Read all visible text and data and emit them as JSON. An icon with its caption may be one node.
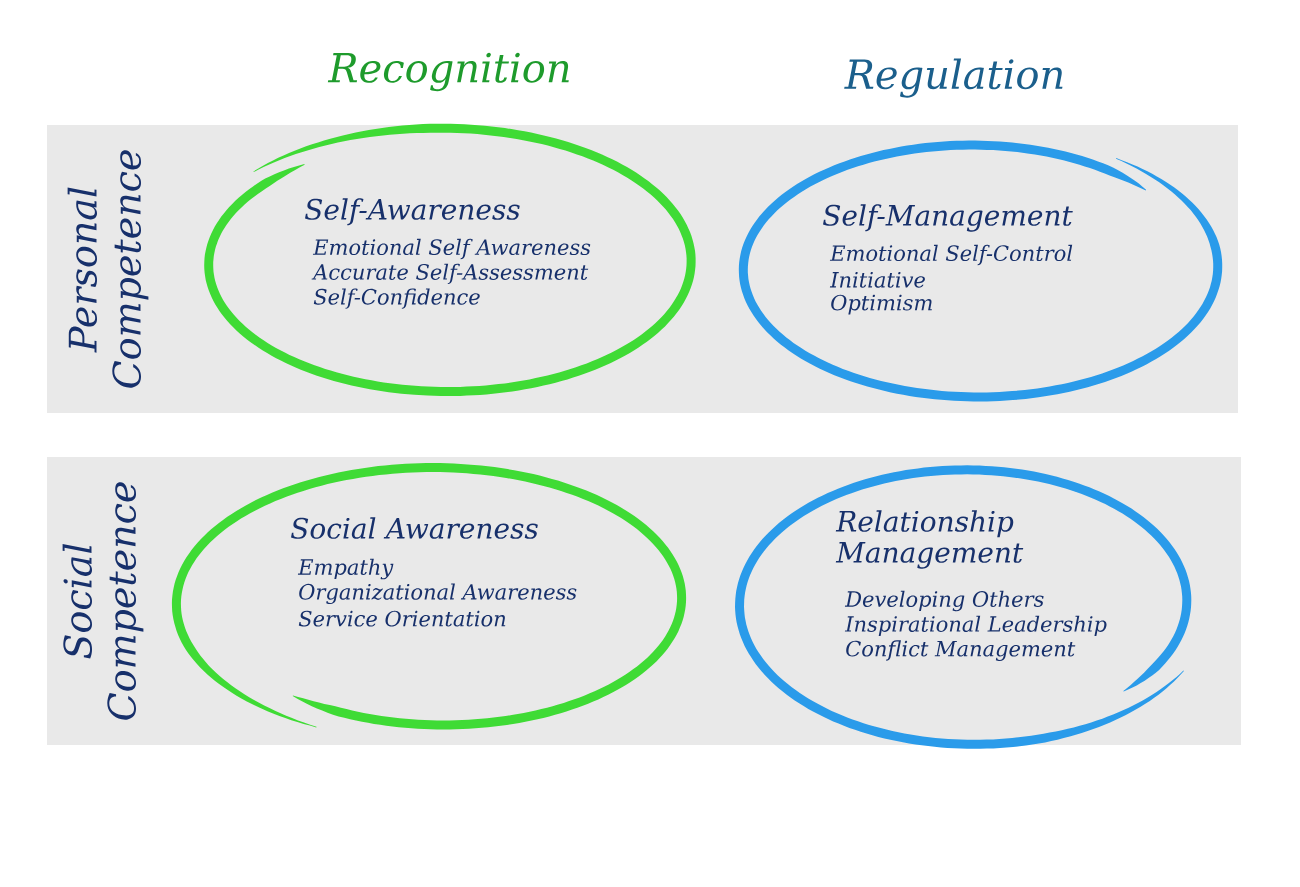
{
  "diagram": {
    "nodes": [
      {
        "text": [
          "Personal Competence"
        ]
      },
      {
        "text": [
          "Self-Awareness",
          "Emotional Self Awareness",
          "Accurate Self-Assessment",
          "Self-Confidence"
        ],
        "in": 0
      },
      {
        "text": [
          "Self-Management",
          "Emotional Self-Control",
          "Initiative",
          "Optimism"
        ],
        "in": 0
      },
      {
        "text": [
          "Social Competence"
        ]
      },
      {
        "text": [
          "Social Awareness",
          "Empathy",
          "Organizational Awareness",
          "Service Orientation"
        ],
        "in": 3
      },
      {
        "text": [
          "Relationship Management",
          "Developing Others",
          "Inspirational Leadership",
          "Conflict Management"
        ],
        "in": 3
      }
    ],
    "labels": [
      "Recognition",
      "Regulation"
    ]
  }
}
